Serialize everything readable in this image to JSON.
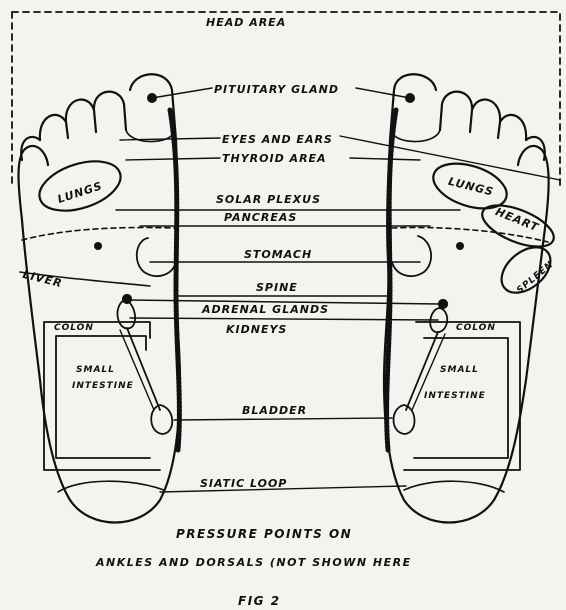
{
  "labels": {
    "head_area": "HEAD AREA",
    "pituitary": "PITUITARY GLAND",
    "eyes_ears": "EYES AND EARS",
    "thyroid": "THYROID AREA",
    "solar": "SOLAR PLEXUS",
    "pancreas": "PANCREAS",
    "stomach": "STOMACH",
    "spine": "SPINE",
    "adrenal": "ADRENAL GLANDS",
    "kidneys": "KIDNEYS",
    "bladder": "BLADDER",
    "siatic": "SIATIC LOOP",
    "lungs_left": "LUNGS",
    "lungs_right": "LUNGS",
    "heart": "HEART",
    "liver": "LIVER",
    "spleen": "SPLEEN",
    "colon_left": "COLON",
    "colon_right": "COLON",
    "small_left": "SMALL",
    "intestine_left": "INTESTINE",
    "small_right": "SMALL",
    "intestine_right": "INTESTINE"
  },
  "caption": {
    "line1": "PRESSURE POINTS ON",
    "line2": "ANKLES AND DORSALS (NOT SHOWN HERE",
    "fig": "FIG 2"
  }
}
